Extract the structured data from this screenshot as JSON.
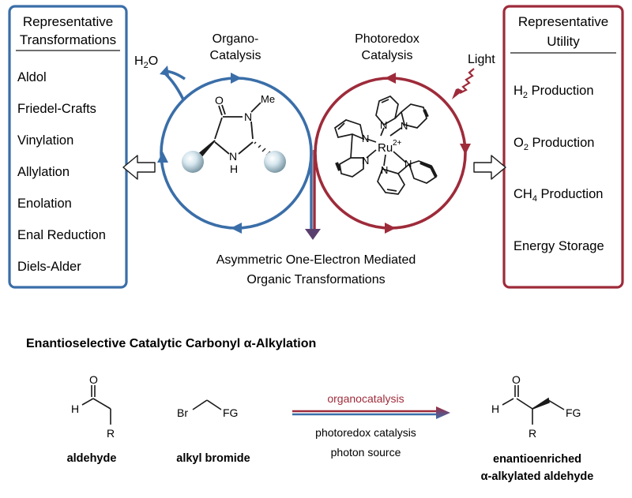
{
  "left_box": {
    "title_line1": "Representative",
    "title_line2": "Transformations",
    "items": [
      "Aldol",
      "Friedel-Crafts",
      "Vinylation",
      "Allylation",
      "Enolation",
      "Enal Reduction",
      "Diels-Alder"
    ]
  },
  "right_box": {
    "title_line1": "Representative",
    "title_line2": "Utility",
    "items": [
      {
        "pre": "H",
        "sub": "2",
        "post": " Production"
      },
      {
        "pre": "O",
        "sub": "2",
        "post": " Production"
      },
      {
        "pre": "CH",
        "sub": "4",
        "post": " Production"
      },
      {
        "pre": "Energy Storage",
        "sub": "",
        "post": ""
      }
    ]
  },
  "cycles": {
    "organo_line1": "Organo-",
    "organo_line2": "Catalysis",
    "photo_line1": "Photoredox",
    "photo_line2": "Catalysis",
    "water": {
      "pre": "H",
      "sub": "2",
      "post": "O"
    },
    "light": "Light"
  },
  "organocatalyst": {
    "O": "O",
    "N1": "N",
    "Me": "Me",
    "NH": "N",
    "H": "H"
  },
  "ru_complex": {
    "metal": "Ru",
    "charge": "2+",
    "N": "N"
  },
  "center_caption_line1": "Asymmetric One-Electron Mediated",
  "center_caption_line2": "Organic Transformations",
  "reaction": {
    "heading": "Enantioselective Catalytic Carbonyl α-Alkylation",
    "aldehyde_label": "aldehyde",
    "bromide_label": "alkyl bromide",
    "conditions_top": "organocatalysis",
    "conditions_mid": "photoredox catalysis",
    "conditions_bottom": "photon source",
    "product_label_line1": "enantioenriched",
    "product_label_line2": "α-alkylated aldehyde",
    "atoms": {
      "O": "O",
      "H": "H",
      "R": "R",
      "Br": "Br",
      "FG": "FG"
    }
  },
  "colors": {
    "blue": "#3a6ea8",
    "red": "#9e2b3a",
    "text": "#1a1a1a"
  }
}
